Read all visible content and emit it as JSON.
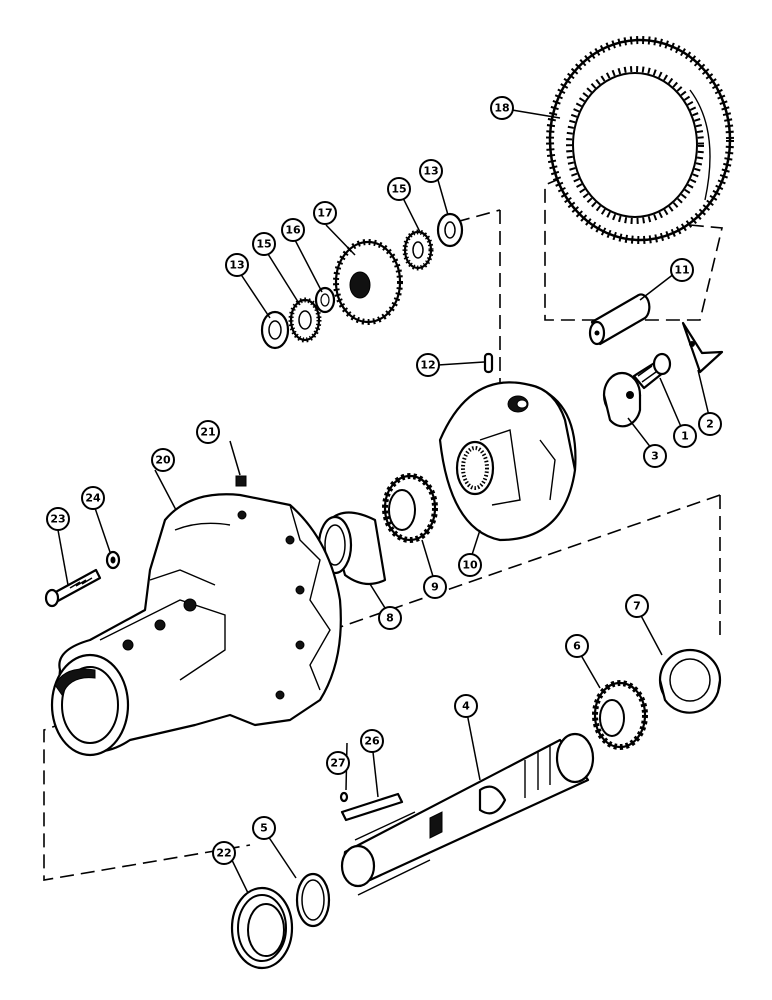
{
  "callouts": [
    {
      "id": "c1",
      "label": "1"
    },
    {
      "id": "c2",
      "label": "2"
    },
    {
      "id": "c3",
      "label": "3"
    },
    {
      "id": "c4",
      "label": "4"
    },
    {
      "id": "c5",
      "label": "5"
    },
    {
      "id": "c6",
      "label": "6"
    },
    {
      "id": "c7",
      "label": "7"
    },
    {
      "id": "c8",
      "label": "8"
    },
    {
      "id": "c9",
      "label": "9"
    },
    {
      "id": "c10",
      "label": "10"
    },
    {
      "id": "c11",
      "label": "11"
    },
    {
      "id": "c12",
      "label": "12"
    },
    {
      "id": "c13a",
      "label": "13"
    },
    {
      "id": "c13b",
      "label": "13"
    },
    {
      "id": "c15a",
      "label": "15"
    },
    {
      "id": "c15b",
      "label": "15"
    },
    {
      "id": "c16",
      "label": "16"
    },
    {
      "id": "c17",
      "label": "17"
    },
    {
      "id": "c18",
      "label": "18"
    },
    {
      "id": "c20",
      "label": "20"
    },
    {
      "id": "c21",
      "label": "21"
    },
    {
      "id": "c22",
      "label": "22"
    },
    {
      "id": "c23",
      "label": "23"
    },
    {
      "id": "c24",
      "label": "24"
    },
    {
      "id": "c26",
      "label": "26"
    },
    {
      "id": "c27",
      "label": "27"
    }
  ]
}
